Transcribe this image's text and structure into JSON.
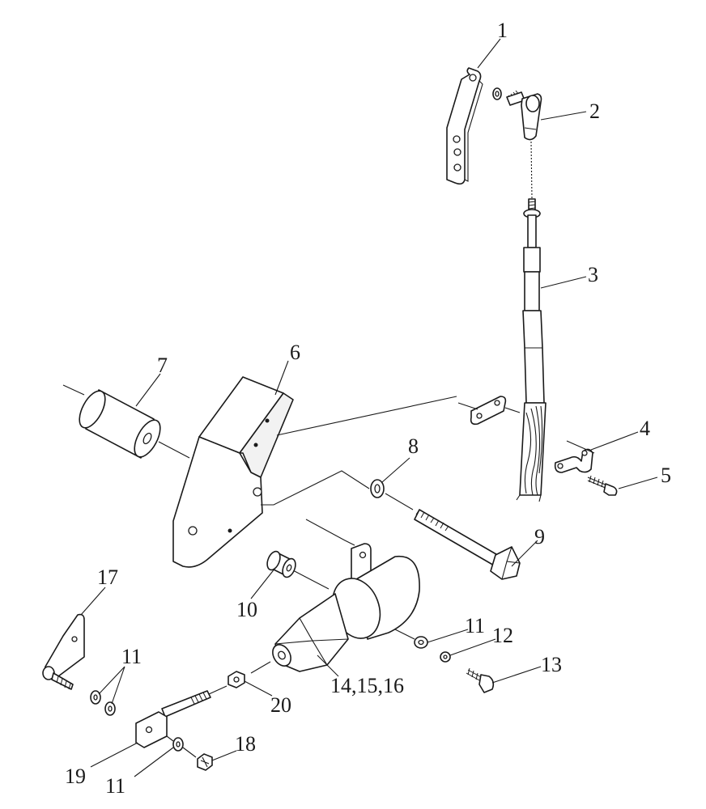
{
  "diagram": {
    "callouts": {
      "c1": "1",
      "c2": "2",
      "c3": "3",
      "c4": "4",
      "c5": "5",
      "c6": "6",
      "c7": "7",
      "c8": "8",
      "c9": "9",
      "c10": "10",
      "c11a": "11",
      "c11b": "11",
      "c11c": "11",
      "c12": "12",
      "c13": "13",
      "c14": "14,15,16",
      "c17": "17",
      "c18": "18",
      "c19": "19",
      "c20": "20"
    }
  }
}
